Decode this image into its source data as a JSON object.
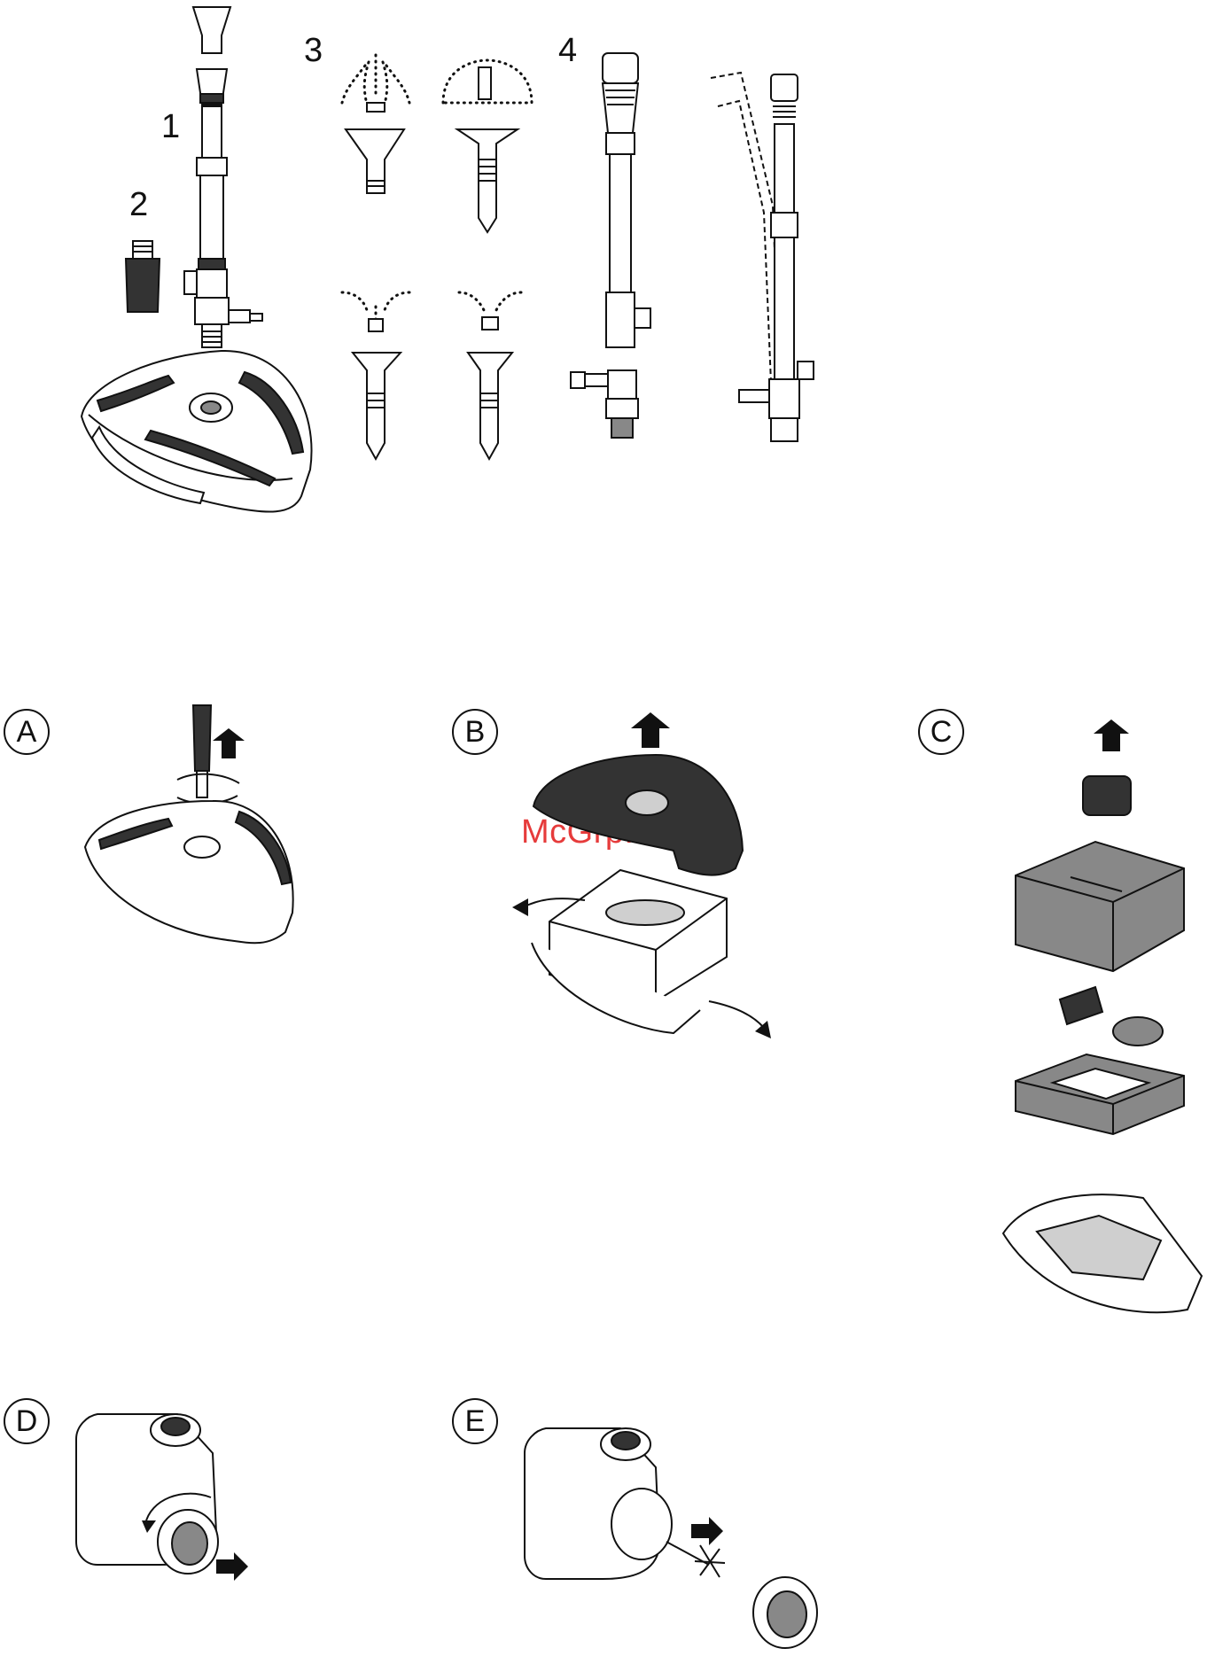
{
  "part_labels": [
    "1",
    "2",
    "3",
    "4"
  ],
  "steps": [
    "A",
    "B",
    "C",
    "D",
    "E"
  ],
  "watermark": "McGrp.Ru",
  "icons": {
    "up_arrow": "arrow-up-icon",
    "right_arrow": "arrow-right-icon",
    "rotate_arrow": "rotate-arrow-icon"
  }
}
